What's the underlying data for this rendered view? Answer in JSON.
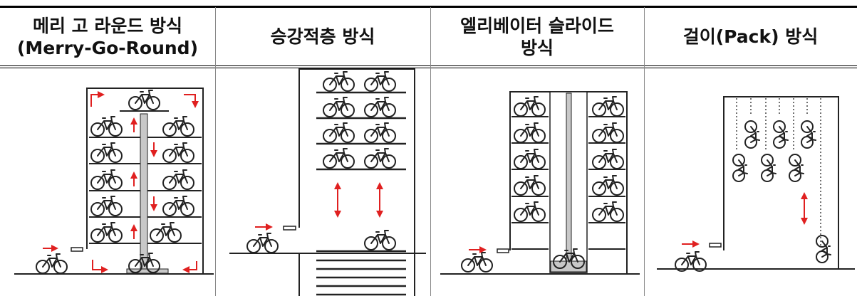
{
  "headers": [
    {
      "line1": "메리 고 라운드 방식",
      "line2": "(Merry-Go-Round)"
    },
    {
      "line1": "승강적층 방식",
      "line2": ""
    },
    {
      "line1": "엘리베이터 슬라이드",
      "line2": "방식"
    },
    {
      "line1": "걸이(Pack) 방식",
      "line2": ""
    }
  ],
  "colors": {
    "arrow": "#e02020",
    "line": "#222222",
    "shaft": "#c8c8c8",
    "hdrRule": "#000000"
  },
  "icons": [
    "bicycle-icon",
    "arrow-icon"
  ]
}
